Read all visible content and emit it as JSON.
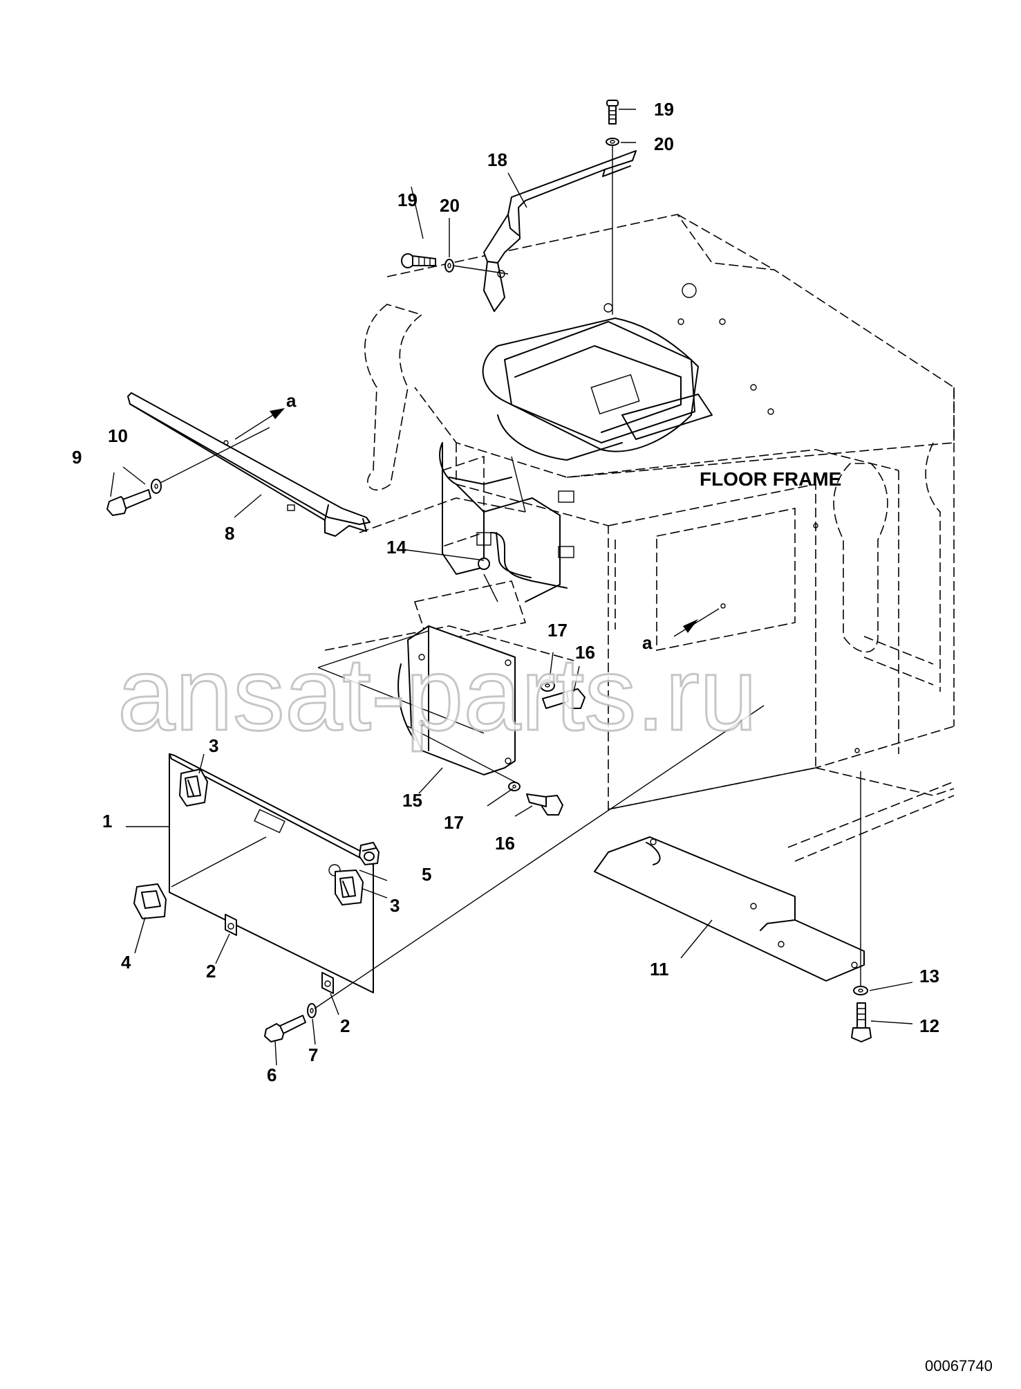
{
  "diagram": {
    "frame_label": "FLOOR FRAME",
    "drawing_code": "00067740",
    "watermark": "ansat-parts.ru",
    "view_marker_a": "a",
    "callouts": {
      "c1": "1",
      "c2a": "2",
      "c2b": "2",
      "c3a": "3",
      "c3b": "3",
      "c4": "4",
      "c5": "5",
      "c6": "6",
      "c7": "7",
      "c8": "8",
      "c9": "9",
      "c10": "10",
      "c11": "11",
      "c12": "12",
      "c13": "13",
      "c14": "14",
      "c15": "15",
      "c16a": "16",
      "c16b": "16",
      "c17a": "17",
      "c17b": "17",
      "c18": "18",
      "c19a": "19",
      "c19b": "19",
      "c20a": "20",
      "c20b": "20"
    }
  }
}
